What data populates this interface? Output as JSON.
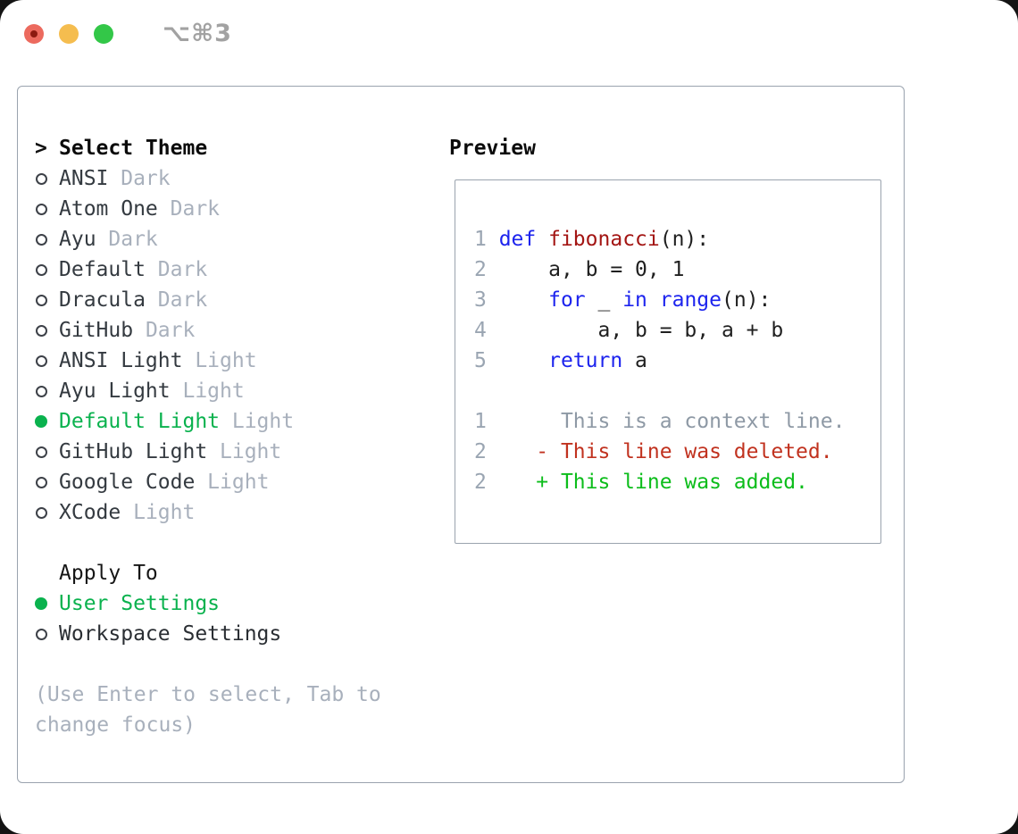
{
  "window": {
    "shortcut": "⌥⌘3",
    "traffic_lights": [
      {
        "name": "close-button",
        "color": "#ec6a5e",
        "inner_dot": "#8c1a10"
      },
      {
        "name": "minimize-button",
        "color": "#f5bd4f",
        "inner_dot": null
      },
      {
        "name": "zoom-button",
        "color": "#33c748",
        "inner_dot": null
      }
    ]
  },
  "colors": {
    "border": "#9aa3ae",
    "ring": "#3d4148",
    "text": "#343a40",
    "muted": "#a8b0bc",
    "selected_green": "#0ab24e",
    "title_gray": "#a2a2a2",
    "keyword": "#1d24ee",
    "function": "#a31513",
    "code": "#1f1f1f",
    "lineno": "#9aa5b2",
    "context": "#8e99a5",
    "deleted": "#c1321f",
    "added": "#0cbd1b"
  },
  "theme_list": {
    "cursor": ">",
    "title": "Select Theme",
    "items": [
      {
        "name": "ANSI",
        "variant": "Dark",
        "selected": false
      },
      {
        "name": "Atom One",
        "variant": "Dark",
        "selected": false
      },
      {
        "name": "Ayu",
        "variant": "Dark",
        "selected": false
      },
      {
        "name": "Default",
        "variant": "Dark",
        "selected": false
      },
      {
        "name": "Dracula",
        "variant": "Dark",
        "selected": false
      },
      {
        "name": "GitHub",
        "variant": "Dark",
        "selected": false
      },
      {
        "name": "ANSI Light",
        "variant": "Light",
        "selected": false
      },
      {
        "name": "Ayu Light",
        "variant": "Light",
        "selected": false
      },
      {
        "name": "Default Light",
        "variant": "Light",
        "selected": true
      },
      {
        "name": "GitHub Light",
        "variant": "Light",
        "selected": false
      },
      {
        "name": "Google Code",
        "variant": "Light",
        "selected": false
      },
      {
        "name": "XCode",
        "variant": "Light",
        "selected": false
      }
    ]
  },
  "apply_to": {
    "title": "Apply To",
    "options": [
      {
        "label": "User Settings",
        "selected": true
      },
      {
        "label": "Workspace Settings",
        "selected": false
      }
    ]
  },
  "hint": "(Use Enter to select, Tab to change focus)",
  "preview": {
    "title": "Preview",
    "lines": [
      {
        "segments": [
          {
            "text": "1 ",
            "color": "lineno"
          },
          {
            "text": "def",
            "color": "keyword"
          },
          {
            "text": " ",
            "color": "code"
          },
          {
            "text": "fibonacci",
            "color": "function"
          },
          {
            "text": "(n):",
            "color": "code"
          }
        ]
      },
      {
        "segments": [
          {
            "text": "2 ",
            "color": "lineno"
          },
          {
            "text": "    a, b = 0, 1",
            "color": "code"
          }
        ]
      },
      {
        "segments": [
          {
            "text": "3 ",
            "color": "lineno"
          },
          {
            "text": "    ",
            "color": "code"
          },
          {
            "text": "for",
            "color": "keyword"
          },
          {
            "text": " _ ",
            "color": "code"
          },
          {
            "text": "in",
            "color": "keyword"
          },
          {
            "text": " ",
            "color": "code"
          },
          {
            "text": "range",
            "color": "keyword"
          },
          {
            "text": "(n):",
            "color": "code"
          }
        ]
      },
      {
        "segments": [
          {
            "text": "4 ",
            "color": "lineno"
          },
          {
            "text": "        a, b = b, a + b",
            "color": "code"
          }
        ]
      },
      {
        "segments": [
          {
            "text": "5 ",
            "color": "lineno"
          },
          {
            "text": "    ",
            "color": "code"
          },
          {
            "text": "return",
            "color": "keyword"
          },
          {
            "text": " a",
            "color": "code"
          }
        ]
      },
      {
        "segments": [
          {
            "text": " ",
            "color": "code"
          }
        ]
      },
      {
        "segments": [
          {
            "text": "1",
            "color": "lineno"
          },
          {
            "text": "      This is a context line.",
            "color": "context"
          }
        ]
      },
      {
        "segments": [
          {
            "text": "2",
            "color": "lineno"
          },
          {
            "text": "    ",
            "color": "code"
          },
          {
            "text": "- This line was deleted.",
            "color": "deleted"
          }
        ]
      },
      {
        "segments": [
          {
            "text": "2",
            "color": "lineno"
          },
          {
            "text": "    ",
            "color": "code"
          },
          {
            "text": "+ This line was added.",
            "color": "added"
          }
        ]
      }
    ]
  }
}
